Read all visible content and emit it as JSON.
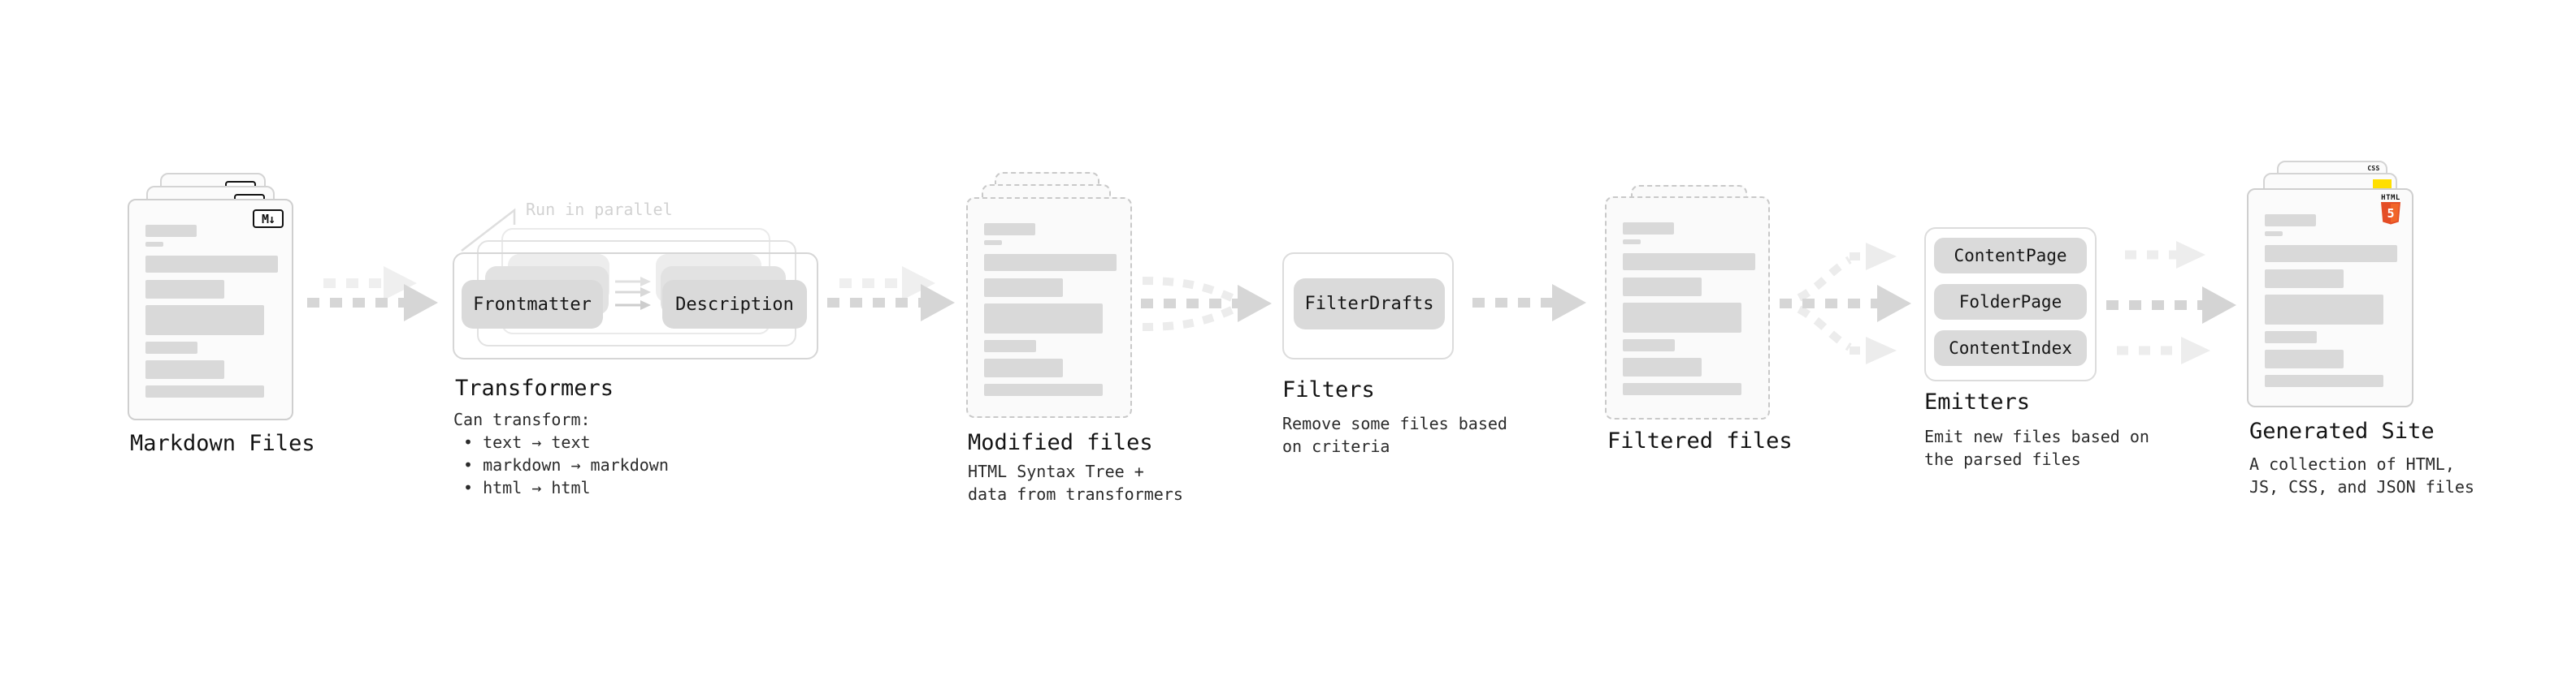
{
  "diagram": {
    "colors": {
      "html5_orange": "#e44d26",
      "html5_orange_light": "#f16529",
      "js_yellow": "#ffdf00",
      "css_blue": "#2962f1",
      "arrow_gray": "#d6d6d6",
      "placeholder_gray": "#d9d9d9"
    },
    "stations": {
      "markdown_files": {
        "label": "Markdown Files",
        "badge": "M↓"
      },
      "transformers": {
        "label": "Transformers",
        "annotation": "Run in parallel",
        "pill_left": "Frontmatter",
        "pill_right": "Description",
        "note_title": "Can transform:",
        "bullets": [
          "• text → text",
          "• markdown → markdown",
          "• html → html"
        ]
      },
      "modified_files": {
        "label": "Modified files",
        "description_lines": [
          "HTML Syntax Tree +",
          "data from transformers"
        ]
      },
      "filters": {
        "label": "Filters",
        "pill": "FilterDrafts",
        "description_lines": [
          "Remove some files based",
          "on criteria"
        ]
      },
      "filtered_files": {
        "label": "Filtered files"
      },
      "emitters": {
        "label": "Emitters",
        "pills": [
          "ContentPage",
          "FolderPage",
          "ContentIndex"
        ],
        "description_lines": [
          "Emit new files based on",
          "the parsed files"
        ]
      },
      "generated_site": {
        "label": "Generated Site",
        "badge_html_word": "HTML",
        "badge_html_number": "5",
        "badge_css": "CSS",
        "description_lines": [
          "A collection of HTML,",
          "JS, CSS, and JSON files"
        ]
      }
    }
  }
}
